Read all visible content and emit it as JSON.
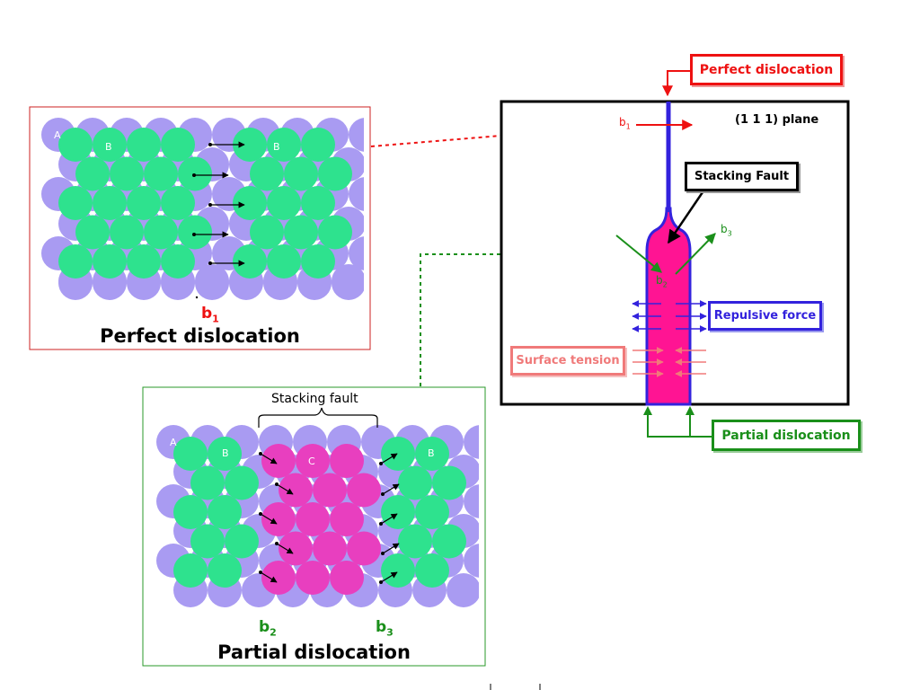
{
  "perfect_panel": {
    "layer_a": "A",
    "layer_b_1": "B",
    "layer_b_2": "B",
    "burgers": "b",
    "burgers_sub": "1",
    "caption": "Perfect dislocation"
  },
  "partial_panel": {
    "fault_label": "Stacking fault",
    "layer_a": "A",
    "layer_b_1": "B",
    "layer_c": "C",
    "layer_b_2": "B",
    "burgers_left": "b",
    "burgers_left_sub": "2",
    "burgers_right": "b",
    "burgers_right_sub": "3",
    "caption": "Partial dislocation"
  },
  "schematic": {
    "top_label": "Perfect dislocation",
    "plane_label": "(1 1 1) plane",
    "b1": "b",
    "b1_sub": "1",
    "b2": "b",
    "b2_sub": "2",
    "b3": "b",
    "b3_sub": "3",
    "stacking_fault_label": "Stacking Fault",
    "repulsive_label": "Repulsive force",
    "surface_label": "Surface tension",
    "partial_label": "Partial dislocation"
  },
  "colors": {
    "layer_a": "#a99bf2",
    "layer_b": "#2ee28e",
    "layer_c": "#e83fbf",
    "red": "#ee1111",
    "green": "#1a8f1a",
    "blue": "#3322dd",
    "pink": "#ff1493",
    "salmon": "#f07a7a"
  }
}
